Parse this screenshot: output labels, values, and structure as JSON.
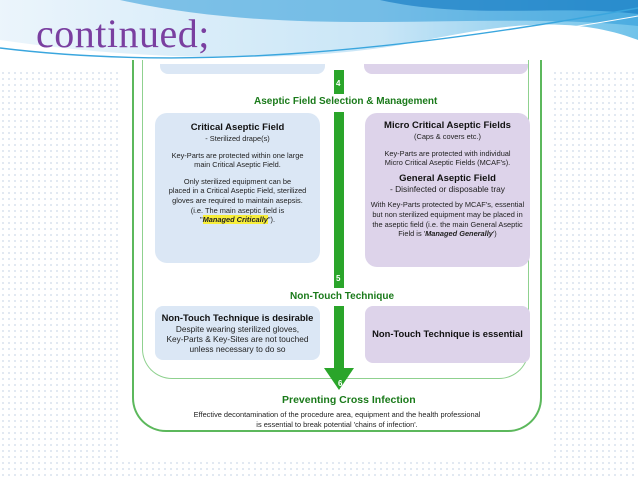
{
  "slide": {
    "title": "continued;"
  },
  "diagram": {
    "step4": {
      "number": "4",
      "label": "Aseptic Field Selection & Management"
    },
    "step5": {
      "number": "5",
      "label": "Non-Touch Technique"
    },
    "step6": {
      "number": "6",
      "label": "Preventing Cross Infection"
    },
    "critical": {
      "title": "Critical Aseptic Field",
      "subtitle": "- Sterilized drape(s)",
      "para1": [
        "Key-Parts are protected within one large",
        "main Critical Aseptic Field."
      ],
      "para2": [
        "Only sterilized equipment can be",
        "placed in a Critical Aseptic Field, sterilized",
        "gloves are required to maintain asepsis.",
        "(i.e. The main aseptic field is"
      ],
      "quote_open": "\"",
      "highlight": "Managed Critically",
      "quote_close": "\")."
    },
    "micro": {
      "title": "Micro Critical Aseptic Fields",
      "subtitle": "(Caps & covers etc.)",
      "para1": [
        "Key-Parts are protected with individual",
        "Micro Critical Aseptic Fields (MCAF's)."
      ],
      "general_title": "General Aseptic Field",
      "general_sub": "- Disinfected or disposable tray",
      "para2": [
        "With Key-Parts protected by MCAF's, essential",
        "but non sterilized equipment may be placed in",
        "the aseptic field (i.e. the main General Aseptic"
      ],
      "last_prefix": "Field is '",
      "managed_generally": "Managed Generally",
      "last_suffix": "')"
    },
    "nontouch_left": {
      "title": "Non-Touch Technique is desirable",
      "lines": [
        "Despite wearing sterilized gloves,",
        "Key-Parts & Key-Sites are not touched",
        "unless necessary to do so"
      ]
    },
    "nontouch_right": {
      "title": "Non-Touch Technique is essential"
    },
    "footer": [
      "Effective decontamination of the procedure area, equipment and the health professional",
      "is essential to break potential 'chains of infection'."
    ]
  },
  "colors": {
    "title": "#7a3fa0",
    "arrow": "#2aa52a",
    "section_label": "#1a7a1a",
    "blue_box": "#dbe7f5",
    "lilac_box": "#ddd3ea",
    "highlight": "#f7ee3a"
  }
}
